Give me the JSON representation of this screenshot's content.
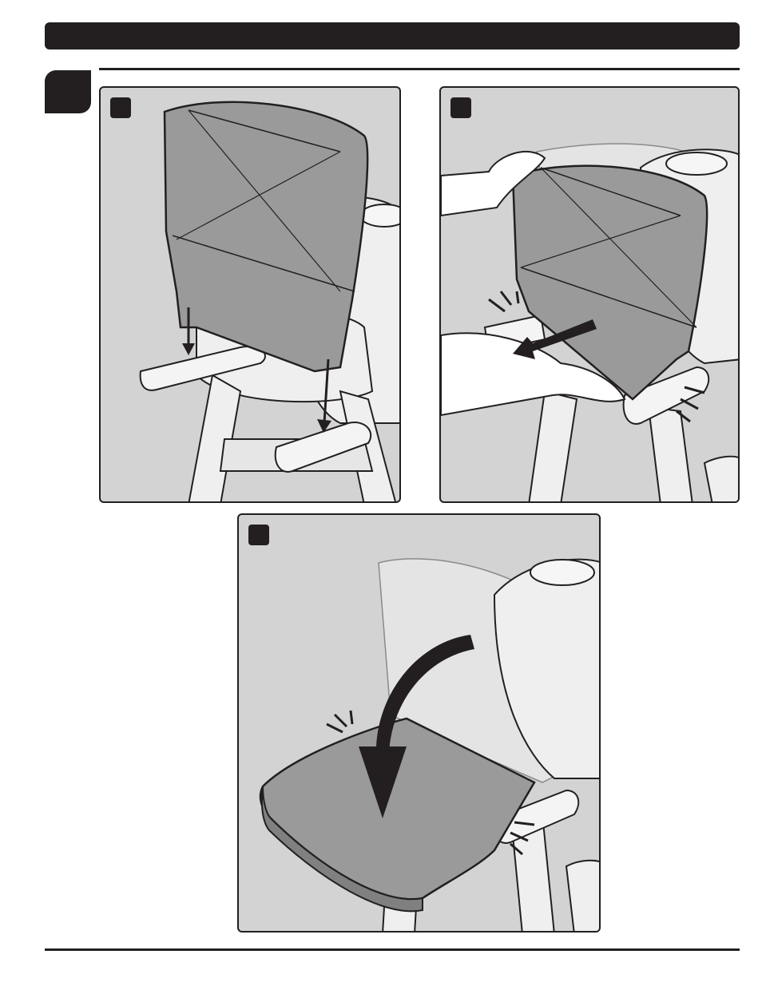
{
  "document": {
    "header": {
      "title": ""
    },
    "step": {
      "number": ""
    },
    "colors": {
      "ink": "#231f20",
      "panel_background": "#d3d3d3",
      "shelf_fill": "#9a9a9a",
      "grill_fill": "#efefef",
      "ghost_fill": "#e4e4e4"
    },
    "panels": [
      {
        "marker": "",
        "illustration": "side-table-inserted-into-brackets"
      },
      {
        "marker": "",
        "illustration": "side-table-pulled-out-of-brackets"
      },
      {
        "marker": "",
        "illustration": "side-table-folded-down-to-lock"
      }
    ],
    "icons": [
      "down-arrow-icon",
      "slide-arrow-icon",
      "fold-arrow-icon",
      "click-lines-icon",
      "hand-icon"
    ]
  }
}
